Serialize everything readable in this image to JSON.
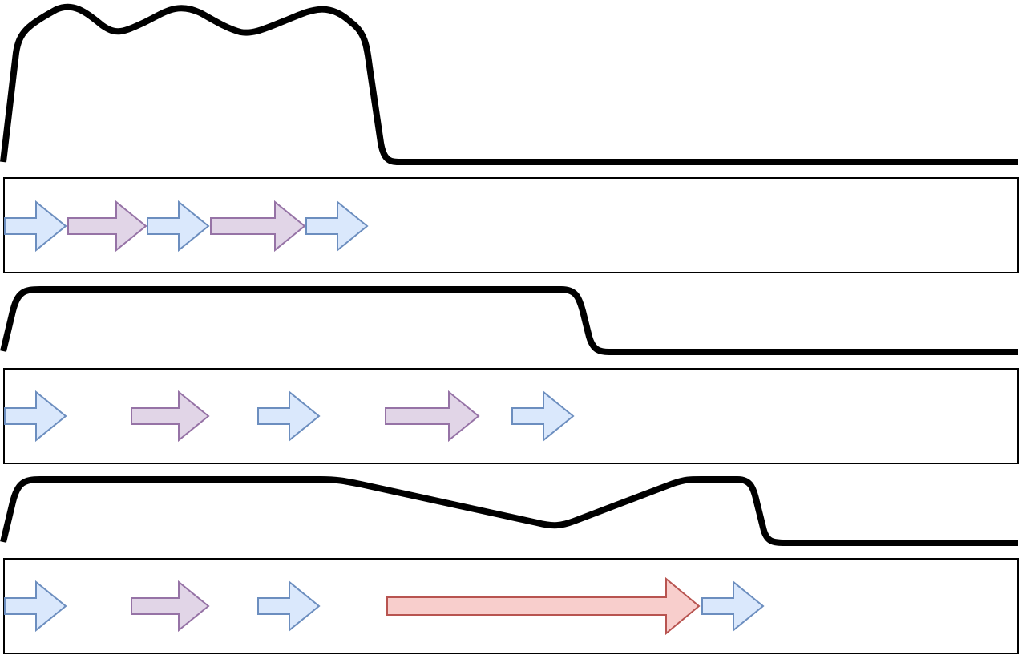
{
  "colors": {
    "background": "#ffffff",
    "line": "#000000",
    "short_fill": "#dae8fc",
    "short_stroke": "#6c8ebf",
    "long_fill": "#e1d5e7",
    "long_stroke": "#9673a6",
    "highlight_fill": "#f8cecc",
    "highlight_stroke": "#b85450"
  },
  "diagram": {
    "panels": [
      {
        "name": "panel-1",
        "items": [
          "short",
          "long",
          "short",
          "long",
          "short"
        ]
      },
      {
        "name": "panel-2",
        "items": [
          "short",
          "long",
          "short",
          "long",
          "short"
        ]
      },
      {
        "name": "panel-3",
        "items": [
          "short",
          "long",
          "short",
          "highlight",
          "short"
        ]
      }
    ]
  }
}
